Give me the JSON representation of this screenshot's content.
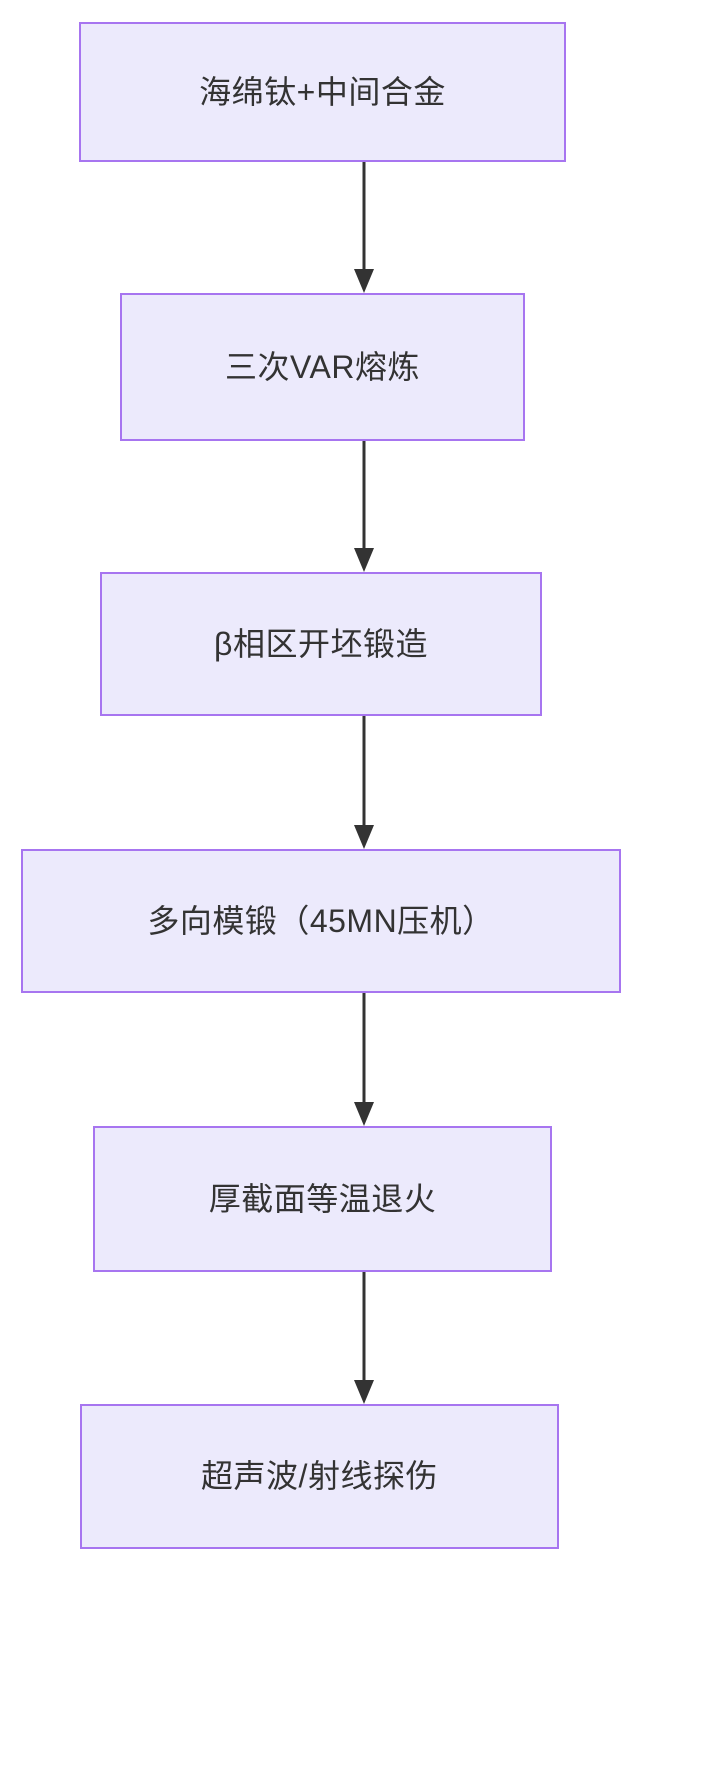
{
  "diagram": {
    "type": "flowchart",
    "orientation": "top-to-bottom",
    "background": "#ffffff",
    "node_fill": "#ECEAFC",
    "node_border": "#A775F0",
    "edge_color": "#333333",
    "text_color": "#333333",
    "nodes": [
      {
        "id": "n0",
        "label": "海绵钛+中间合金"
      },
      {
        "id": "n1",
        "label": "三次VAR熔炼"
      },
      {
        "id": "n2",
        "label": "β相区开坯锻造"
      },
      {
        "id": "n3",
        "label": "多向模锻（45MN压机）"
      },
      {
        "id": "n4",
        "label": "厚截面等温退火"
      },
      {
        "id": "n5",
        "label": "超声波/射线探伤"
      }
    ],
    "edges": [
      {
        "from": "n0",
        "to": "n1",
        "arrow": "filled-triangle"
      },
      {
        "from": "n1",
        "to": "n2",
        "arrow": "filled-triangle"
      },
      {
        "from": "n2",
        "to": "n3",
        "arrow": "filled-triangle"
      },
      {
        "from": "n3",
        "to": "n4",
        "arrow": "filled-triangle"
      },
      {
        "from": "n4",
        "to": "n5",
        "arrow": "filled-triangle"
      }
    ]
  }
}
